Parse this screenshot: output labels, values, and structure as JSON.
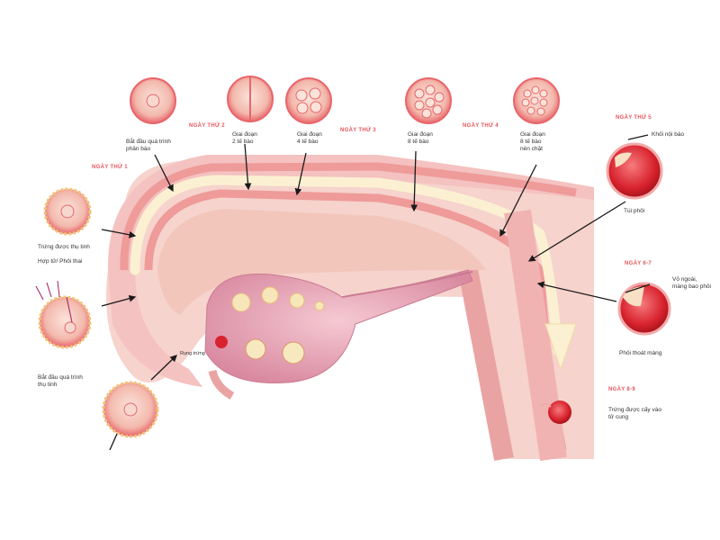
{
  "days": {
    "day1": "NGÀY THỨ 1",
    "day2": "NGÀY THỨ 2",
    "day3": "NGÀY THỨ 3",
    "day4": "NGÀY THỨ 4",
    "day5": "NGÀY THỨ 5",
    "day67": "NGÀY 6-7",
    "day89": "NGÀY 8-9"
  },
  "labels": {
    "fert_begin": "Bắt đầu quá trình\nthụ tinh",
    "ovulation": "Rụng trứng",
    "fertilized": "Trứng được thụ tinh",
    "zygote": "Hợp tử/ Phôi thai",
    "cleavage": "Bắt đầu quá trình\nphân bào",
    "two_cell": "Giai đoạn\n2 tế bào",
    "four_cell": "Giai đoạn\n4 tế bào",
    "eight_cell": "Giai đoạn\n8 tế bào",
    "morula": "Giai đoạn\n8 tế bào\nnén chặt",
    "icm": "Khối nội bào",
    "blastocyst": "Túi phôi",
    "outer_layer": "Vỏ ngoài,\nmàng bao phôi",
    "hatching": "Phôi thoát màng",
    "implant": "Trứng được cấy vào\ntử cung"
  },
  "colors": {
    "tube_outer": "#f4c2c0",
    "tube_band": "#ee9b9a",
    "tube_path": "#fbf1d2",
    "uterus": "#f6d3cc",
    "ovary": "#e9a4b6",
    "cell": "#f2b9ae",
    "cell_border": "#e8666b",
    "accent": "#e8555b",
    "embryo": "#d8232e"
  }
}
